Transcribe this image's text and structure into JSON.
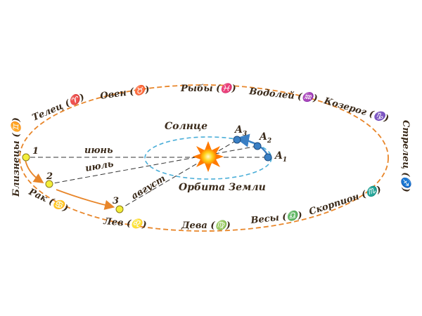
{
  "constellations": {
    "bliznecy": "Близнецы (♊)",
    "telec": "Телец (♈)",
    "oven": "Овен (♉)",
    "ryby": "Рыбы (♓)",
    "vodoley": "Водолей (♒)",
    "kozerog": "Козерог (♑)",
    "strelec": "Стрелец (♐)",
    "skorpion": "Скорпион (♏)",
    "vesy": "Весы (♎)",
    "deva": "Дева (♍)",
    "lev": "Лев (♌)",
    "rak": "Рак (♋)"
  },
  "labels": {
    "sun": "Солнце",
    "earth_orbit": "Орбита Земли"
  },
  "months": {
    "june": "июнь",
    "july": "июль",
    "august": "август"
  },
  "sun_positions": {
    "p1": "1",
    "p2": "2",
    "p3": "3"
  },
  "earth_positions": {
    "a1": "A",
    "a1_sub": "1",
    "a2": "A",
    "a2_sub": "2",
    "a3": "A",
    "a3_sub": "3"
  },
  "colors": {
    "ecliptic": "#e8862a",
    "earth_orbit": "#4aaed8",
    "sightline": "#333333",
    "point_fill": "#f3ee3a",
    "earth_fill": "#3a7fc4",
    "sun_core": "#ffd21a",
    "sun_rays": "#ff7a00",
    "text": "#3a2a1a"
  }
}
